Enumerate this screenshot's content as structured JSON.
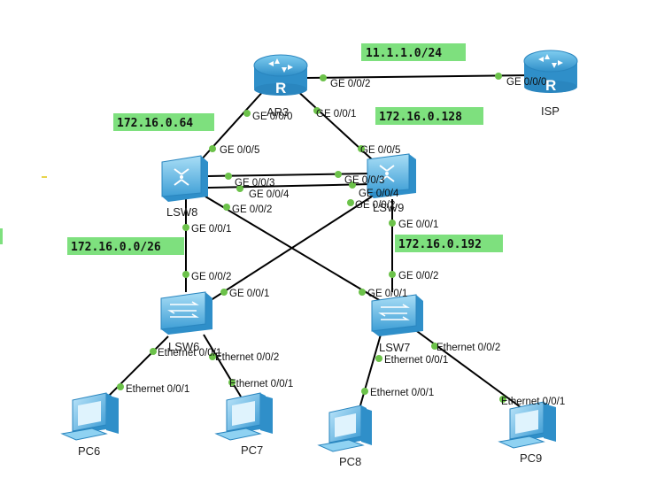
{
  "colors": {
    "link": "#000000",
    "port_dot": "#6cc24a",
    "subnet_bg": "#7ee07e",
    "device_blue": "#4aa8dc"
  },
  "devices": {
    "AR3": {
      "label": "AR3",
      "icon": "router-icon"
    },
    "ISP": {
      "label": "ISP",
      "icon": "router-icon"
    },
    "LSW8": {
      "label": "LSW8",
      "icon": "l3-switch-icon"
    },
    "LSW9": {
      "label": "LSW9",
      "icon": "l3-switch-icon"
    },
    "LSW6": {
      "label": "LSW6",
      "icon": "l2-switch-icon"
    },
    "LSW7": {
      "label": "LSW7",
      "icon": "l2-switch-icon"
    },
    "PC6": {
      "label": "PC6",
      "icon": "pc-icon"
    },
    "PC7": {
      "label": "PC7",
      "icon": "pc-icon"
    },
    "PC8": {
      "label": "PC8",
      "icon": "pc-icon"
    },
    "PC9": {
      "label": "PC9",
      "icon": "pc-icon"
    }
  },
  "subnets": {
    "isp": "11.1.1.0/24",
    "ar3_lsw8": "172.16.0.64",
    "ar3_lsw9": "172.16.0.128",
    "lsw8_lsw6": "172.16.0.0/26",
    "lsw9_lsw7": "172.16.0.192"
  },
  "ports": {
    "ar3_g002": "GE 0/0/2",
    "isp_g000": "GE 0/0/0",
    "ar3_g000": "GE 0/0/0",
    "ar3_g001": "GE 0/0/1",
    "lsw8_g005": "GE 0/0/5",
    "lsw9_g005": "GE 0/0/5",
    "lsw8_g003": "GE 0/0/3",
    "lsw8_g004": "GE 0/0/4",
    "lsw9_g003": "GE 0/0/3",
    "lsw9_g004": "GE 0/0/4",
    "lsw8_g002": "GE 0/0/2",
    "lsw9_g002": "GE 0/0/2",
    "lsw8_g001": "GE 0/0/1",
    "lsw9_g001": "GE 0/0/1",
    "lsw6_g002": "GE 0/0/2",
    "lsw6_g001": "GE 0/0/1",
    "lsw7_g002": "GE 0/0/2",
    "lsw7_g001": "GE 0/0/1",
    "lsw6_e001": "Ethernet 0/0/1",
    "lsw6_e002": "Ethernet 0/0/2",
    "pc6_e001": "Ethernet 0/0/1",
    "pc7_e001": "Ethernet 0/0/1",
    "lsw7_e001": "Ethernet 0/0/1",
    "lsw7_e002": "Ethernet 0/0/2",
    "pc8_e001": "Ethernet 0/0/1",
    "pc9_e001": "Ethernet 0/0/1"
  }
}
